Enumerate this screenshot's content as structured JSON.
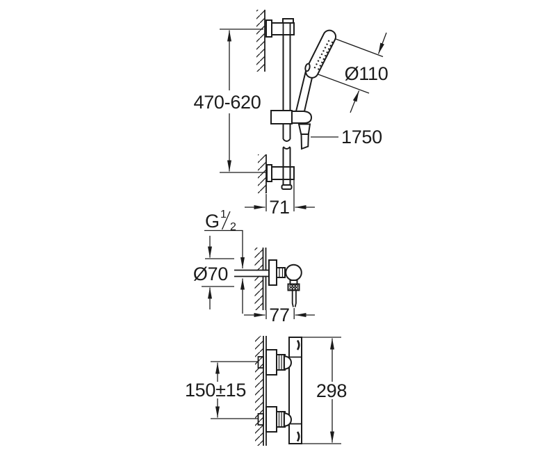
{
  "colors": {
    "line": "#1b1b1b",
    "background": "#ffffff"
  },
  "shower_rail_view": {
    "bar_height_range": "470-620",
    "head_diameter": "Ø110",
    "hose_length": "1750",
    "wall_distance": "71"
  },
  "valve_side_view": {
    "thread_label": "G 1/2",
    "thread_main": "G",
    "thread_numerator": "1",
    "thread_denominator": "2",
    "rosette_diameter": "Ø70",
    "wall_distance": "77"
  },
  "thermostat_front_view": {
    "inlet_spacing": "150±15",
    "body_height": "298"
  }
}
